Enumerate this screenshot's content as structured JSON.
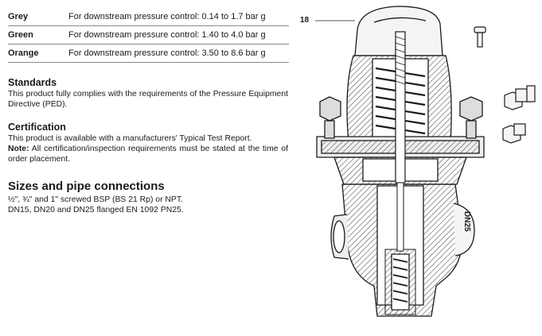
{
  "spring_table": [
    {
      "color": "Grey",
      "description": "For downstream pressure control: 0.14 to 1.7 bar g"
    },
    {
      "color": "Green",
      "description": "For downstream pressure control: 1.40 to 4.0 bar g"
    },
    {
      "color": "Orange",
      "description": "For downstream pressure control: 3.50 to 8.6 bar g"
    }
  ],
  "standards": {
    "heading": "Standards",
    "text": "This product fully complies with the requirements of the Pressure Equipment Directive (PED)."
  },
  "certification": {
    "heading": "Certification",
    "text": "This product is available with a manufacturers' Typical Test Report.",
    "note_label": "Note:",
    "note_text": " All certification/inspection requirements must be stated at the time of order placement."
  },
  "sizes": {
    "heading": "Sizes and pipe connections",
    "line1": "½\", ¾\" and 1\" screwed BSP (BS 21 Rp) or NPT.",
    "line2": "DN15, DN20 and DN25 flanged EN 1092 PN25."
  },
  "drawing": {
    "callout": "18",
    "body_mark": "DN25",
    "colors": {
      "ink": "#1a1a1a",
      "hatch": "#555555"
    }
  }
}
